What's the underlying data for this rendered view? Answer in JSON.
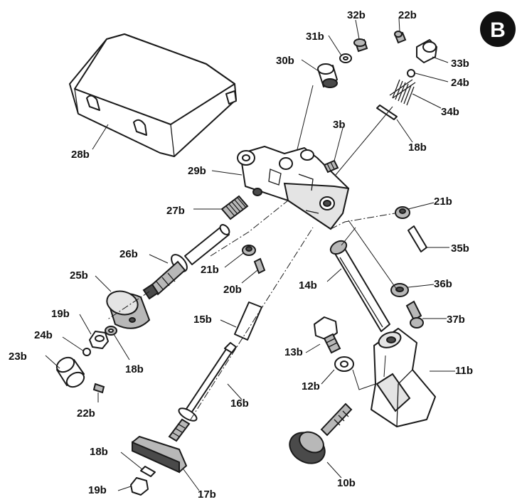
{
  "badge": "B",
  "labels": {
    "l32b": "32b",
    "l22b_top": "22b",
    "l31b": "31b",
    "l30b": "30b",
    "l33b": "33b",
    "l24b_top": "24b",
    "l34b": "34b",
    "l3b": "3b",
    "l18b_top": "18b",
    "l28b": "28b",
    "l29b": "29b",
    "l27b": "27b",
    "l21b_right": "21b",
    "l35b": "35b",
    "l26b": "26b",
    "l21b_left": "21b",
    "l20b": "20b",
    "l25b": "25b",
    "l14b": "14b",
    "l36b": "36b",
    "l19b_left": "19b",
    "l15b": "15b",
    "l37b": "37b",
    "l24b_left": "24b",
    "l23b": "23b",
    "l18b_left": "18b",
    "l13b": "13b",
    "l11b": "11b",
    "l16b": "16b",
    "l12b": "12b",
    "l22b_bottom": "22b",
    "l18b_bottom": "18b",
    "l19b_bottom": "19b",
    "l10b": "10b",
    "l17b": "17b"
  }
}
